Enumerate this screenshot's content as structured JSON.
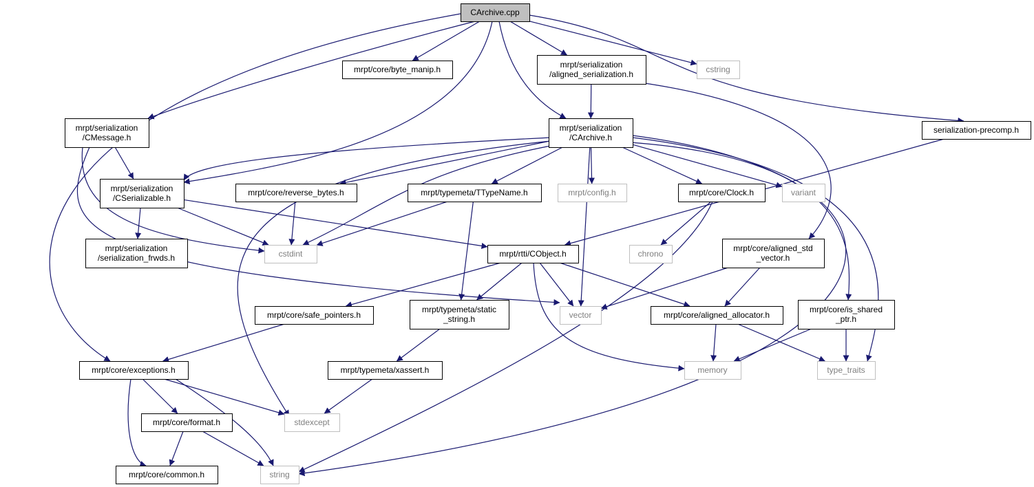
{
  "colors": {
    "edge": "#191970",
    "internal_border": "#000000",
    "external_border": "#bfbfbf",
    "external_text": "#7f7f7f",
    "root_fill": "#bfbfbf",
    "node_fill": "#ffffff"
  },
  "nodes": {
    "carchive_cpp": {
      "lines": [
        "CArchive.cpp"
      ],
      "kind": "root"
    },
    "byte_manip": {
      "lines": [
        "mrpt/core/byte_manip.h"
      ],
      "kind": "internal"
    },
    "aligned_serialization": {
      "lines": [
        "mrpt/serialization",
        "/aligned_serialization.h"
      ],
      "kind": "internal"
    },
    "cstring": {
      "lines": [
        "cstring"
      ],
      "kind": "external"
    },
    "cmessage": {
      "lines": [
        "mrpt/serialization",
        "/CMessage.h"
      ],
      "kind": "internal"
    },
    "carchive_h": {
      "lines": [
        "mrpt/serialization",
        "/CArchive.h"
      ],
      "kind": "internal"
    },
    "serialization_precomp": {
      "lines": [
        "serialization-precomp.h"
      ],
      "kind": "internal"
    },
    "cserializable": {
      "lines": [
        "mrpt/serialization",
        "/CSerializable.h"
      ],
      "kind": "internal"
    },
    "reverse_bytes": {
      "lines": [
        "mrpt/core/reverse_bytes.h"
      ],
      "kind": "internal"
    },
    "ttypename": {
      "lines": [
        "mrpt/typemeta/TTypeName.h"
      ],
      "kind": "internal"
    },
    "config": {
      "lines": [
        "mrpt/config.h"
      ],
      "kind": "external"
    },
    "clock": {
      "lines": [
        "mrpt/core/Clock.h"
      ],
      "kind": "internal"
    },
    "variant": {
      "lines": [
        "variant"
      ],
      "kind": "external"
    },
    "serialization_frwds": {
      "lines": [
        "mrpt/serialization",
        "/serialization_frwds.h"
      ],
      "kind": "internal"
    },
    "cstdint": {
      "lines": [
        "cstdint"
      ],
      "kind": "external"
    },
    "cobject": {
      "lines": [
        "mrpt/rtti/CObject.h"
      ],
      "kind": "internal"
    },
    "chrono": {
      "lines": [
        "chrono"
      ],
      "kind": "external"
    },
    "aligned_std_vector": {
      "lines": [
        "mrpt/core/aligned_std",
        "_vector.h"
      ],
      "kind": "internal"
    },
    "safe_pointers": {
      "lines": [
        "mrpt/core/safe_pointers.h"
      ],
      "kind": "internal"
    },
    "static_string": {
      "lines": [
        "mrpt/typemeta/static",
        "_string.h"
      ],
      "kind": "internal"
    },
    "vector": {
      "lines": [
        "vector"
      ],
      "kind": "external"
    },
    "aligned_allocator": {
      "lines": [
        "mrpt/core/aligned_allocator.h"
      ],
      "kind": "internal"
    },
    "is_shared_ptr": {
      "lines": [
        "mrpt/core/is_shared",
        "_ptr.h"
      ],
      "kind": "internal"
    },
    "exceptions": {
      "lines": [
        "mrpt/core/exceptions.h"
      ],
      "kind": "internal"
    },
    "xassert": {
      "lines": [
        "mrpt/typemeta/xassert.h"
      ],
      "kind": "internal"
    },
    "memory": {
      "lines": [
        "memory"
      ],
      "kind": "external"
    },
    "type_traits": {
      "lines": [
        "type_traits"
      ],
      "kind": "external"
    },
    "format": {
      "lines": [
        "mrpt/core/format.h"
      ],
      "kind": "internal"
    },
    "stdexcept": {
      "lines": [
        "stdexcept"
      ],
      "kind": "external"
    },
    "common": {
      "lines": [
        "mrpt/core/common.h"
      ],
      "kind": "internal"
    },
    "string": {
      "lines": [
        "string"
      ],
      "kind": "external"
    }
  },
  "edges": [
    [
      "carchive_cpp",
      "byte_manip"
    ],
    [
      "carchive_cpp",
      "aligned_serialization"
    ],
    [
      "carchive_cpp",
      "cstring"
    ],
    [
      "carchive_cpp",
      "serialization_precomp"
    ],
    [
      "carchive_cpp",
      "cmessage"
    ],
    [
      "carchive_cpp",
      "cserializable"
    ],
    [
      "carchive_cpp",
      "carchive_h"
    ],
    [
      "carchive_cpp",
      "exceptions"
    ],
    [
      "aligned_serialization",
      "carchive_h"
    ],
    [
      "aligned_serialization",
      "aligned_std_vector"
    ],
    [
      "cmessage",
      "cserializable"
    ],
    [
      "cmessage",
      "cstdint"
    ],
    [
      "cmessage",
      "vector"
    ],
    [
      "serialization_precomp",
      "cobject"
    ],
    [
      "carchive_h",
      "cserializable"
    ],
    [
      "carchive_h",
      "reverse_bytes"
    ],
    [
      "carchive_h",
      "ttypename"
    ],
    [
      "carchive_h",
      "config"
    ],
    [
      "carchive_h",
      "clock"
    ],
    [
      "carchive_h",
      "variant"
    ],
    [
      "carchive_h",
      "cstdint"
    ],
    [
      "carchive_h",
      "stdexcept"
    ],
    [
      "carchive_h",
      "vector"
    ],
    [
      "carchive_h",
      "is_shared_ptr"
    ],
    [
      "carchive_h",
      "type_traits"
    ],
    [
      "carchive_h",
      "string"
    ],
    [
      "cserializable",
      "serialization_frwds"
    ],
    [
      "cserializable",
      "cstdint"
    ],
    [
      "cserializable",
      "cobject"
    ],
    [
      "reverse_bytes",
      "cstdint"
    ],
    [
      "ttypename",
      "cstdint"
    ],
    [
      "ttypename",
      "static_string"
    ],
    [
      "clock",
      "chrono"
    ],
    [
      "clock",
      "string"
    ],
    [
      "cobject",
      "safe_pointers"
    ],
    [
      "cobject",
      "static_string"
    ],
    [
      "cobject",
      "vector"
    ],
    [
      "cobject",
      "aligned_allocator"
    ],
    [
      "cobject",
      "memory"
    ],
    [
      "aligned_std_vector",
      "vector"
    ],
    [
      "aligned_std_vector",
      "aligned_allocator"
    ],
    [
      "safe_pointers",
      "exceptions"
    ],
    [
      "static_string",
      "xassert"
    ],
    [
      "aligned_allocator",
      "memory"
    ],
    [
      "aligned_allocator",
      "type_traits"
    ],
    [
      "is_shared_ptr",
      "memory"
    ],
    [
      "is_shared_ptr",
      "type_traits"
    ],
    [
      "exceptions",
      "format"
    ],
    [
      "exceptions",
      "stdexcept"
    ],
    [
      "exceptions",
      "common"
    ],
    [
      "exceptions",
      "string"
    ],
    [
      "xassert",
      "stdexcept"
    ],
    [
      "format",
      "common"
    ],
    [
      "format",
      "string"
    ]
  ]
}
